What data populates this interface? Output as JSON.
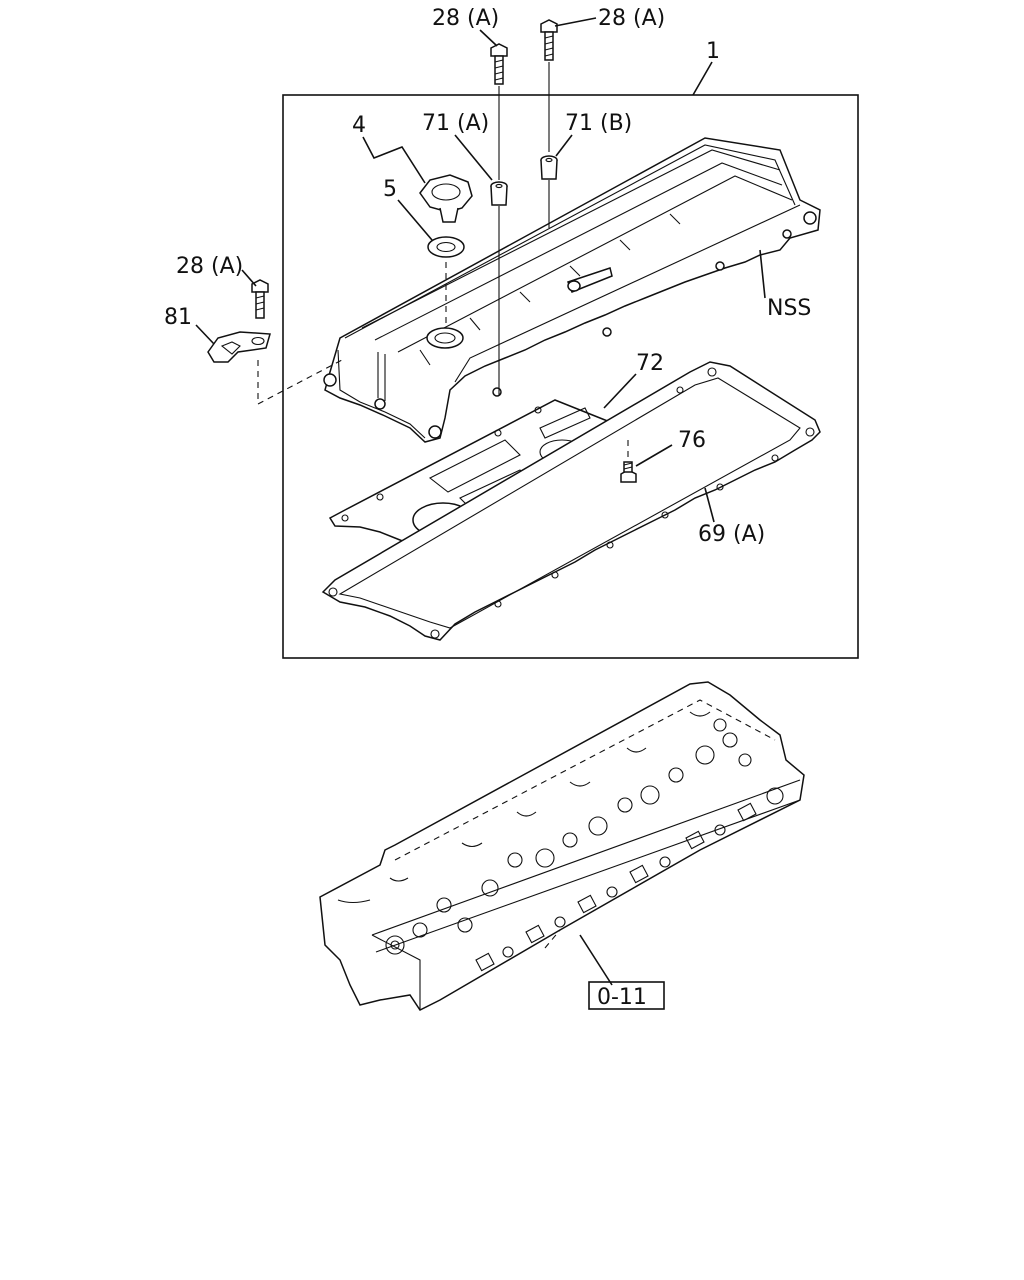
{
  "callouts": {
    "assembly": "1",
    "cap": "4",
    "cap_seal": "5",
    "bolt_top_left": "28 (A)",
    "bolt_top_right": "28 (A)",
    "bolt_clip": "28 (A)",
    "grommet_a": "71 (A)",
    "grommet_b": "71 (B)",
    "clip": "81",
    "not_serviced": "NSS",
    "baffle_plate": "72",
    "baffle_bolt": "76",
    "gasket": "69 (A)",
    "reference_box": "0-11"
  }
}
